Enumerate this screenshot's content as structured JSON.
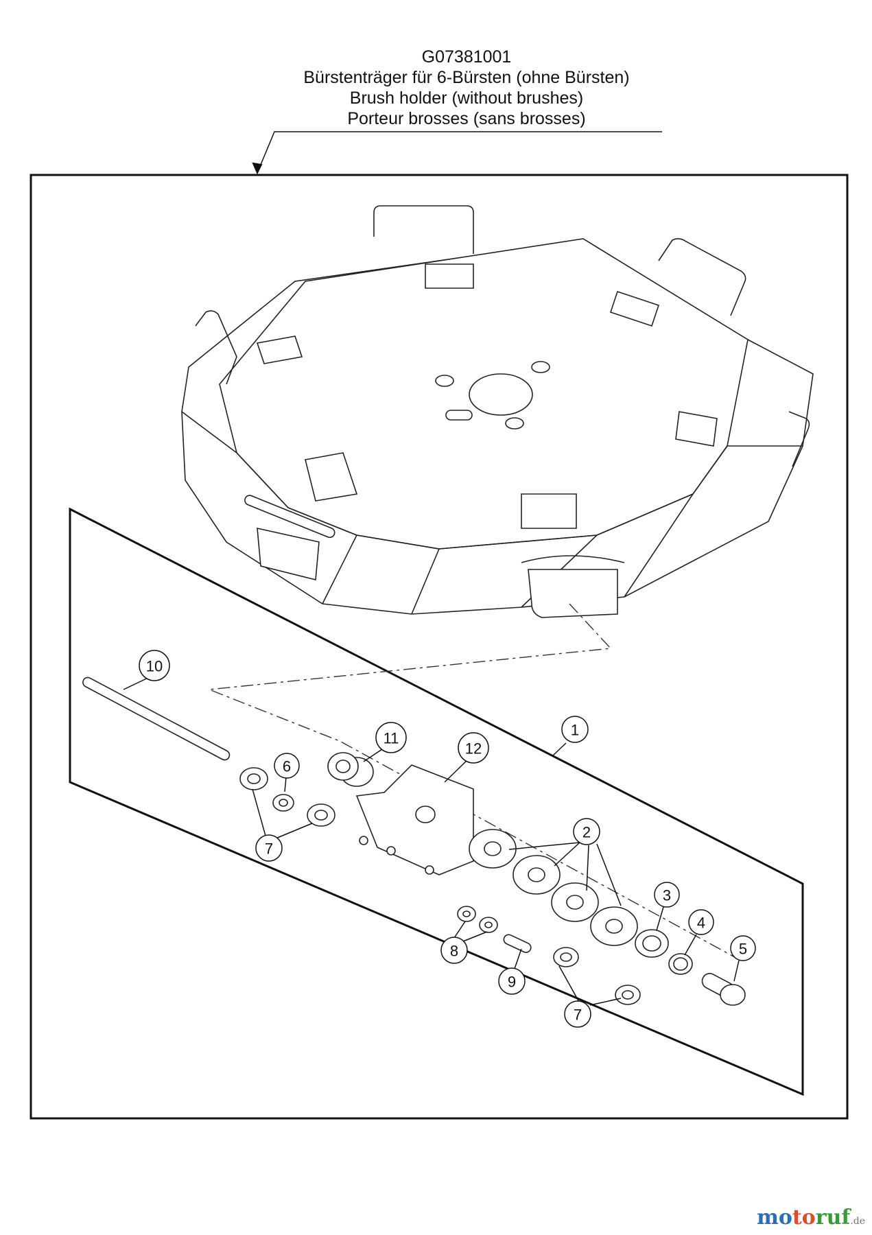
{
  "header": {
    "part_number": "G07381001",
    "title_de": "Bürstenträger für 6-Bürsten (ohne Bürsten)",
    "title_en": "Brush holder (without brushes)",
    "title_fr": "Porteur brosses (sans brosses)"
  },
  "callouts": [
    {
      "id": "c1",
      "label": "1"
    },
    {
      "id": "c2",
      "label": "2"
    },
    {
      "id": "c3",
      "label": "3"
    },
    {
      "id": "c4",
      "label": "4"
    },
    {
      "id": "c5",
      "label": "5"
    },
    {
      "id": "c6",
      "label": "6"
    },
    {
      "id": "c7a",
      "label": "7"
    },
    {
      "id": "c7b",
      "label": "7"
    },
    {
      "id": "c8",
      "label": "8"
    },
    {
      "id": "c9",
      "label": "9"
    },
    {
      "id": "c10",
      "label": "10"
    },
    {
      "id": "c11",
      "label": "11"
    },
    {
      "id": "c12",
      "label": "12"
    }
  ],
  "watermark": {
    "part1": "mo",
    "part2": "to",
    "part3": "ruf",
    "suffix": ".de"
  }
}
